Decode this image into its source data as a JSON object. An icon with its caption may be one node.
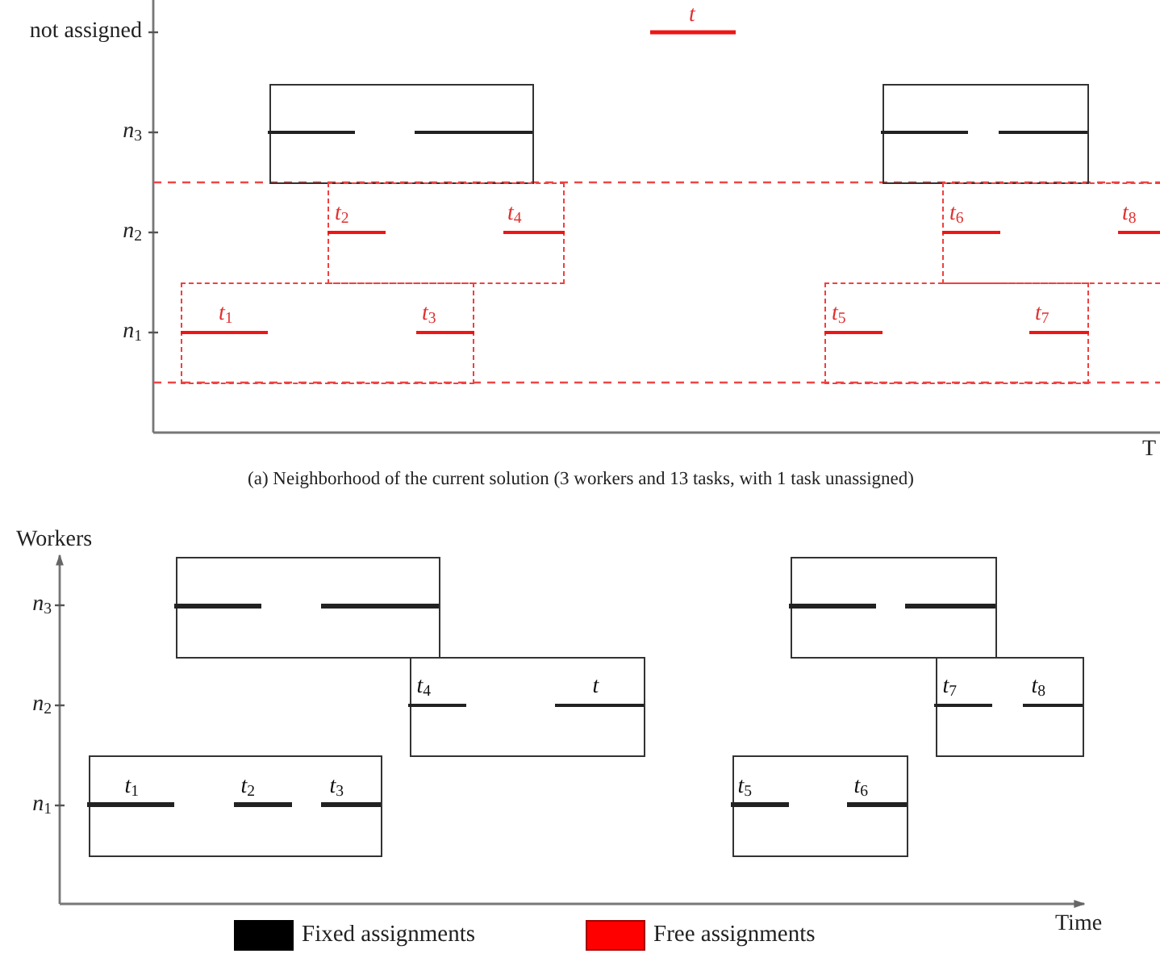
{
  "diagram": {
    "caption": "(a) Neighborhood of the current solution (3 workers and 13 tasks, with 1 task unassigned)",
    "nodes": [
      {
        "text": [],
        "shape": "box"
      },
      {
        "text": [],
        "shape": "box"
      },
      {
        "text": [
          "t$_{2}$",
          "t$_{4}$"
        ]
      },
      {
        "text": [
          "t$_{6}$",
          "t$_{8}$"
        ]
      },
      {
        "text": [
          "t$_{1}$",
          "t$_{3}$"
        ]
      },
      {
        "text": [
          "t$_{5}$",
          "t$_{7}$"
        ]
      },
      {
        "text": [],
        "shape": "box"
      },
      {
        "text": [],
        "shape": "box"
      },
      {
        "text": [
          "t$_{4}$",
          "t"
        ]
      },
      {
        "text": [
          "t$_{7}$",
          "t$_{8}$"
        ]
      },
      {
        "text": [
          "t$_{1}$",
          "t$_{2}$",
          "t$_{3}$"
        ]
      },
      {
        "text": [
          "t$_{5}$",
          "t$_{6}$"
        ]
      }
    ],
    "labels": [
      "not assigned",
      "t",
      "n$_{3}$",
      "n$_{2}$",
      "n$_{1}$",
      "T",
      "Workers",
      "n$_{3}$",
      "n$_{2}$",
      "n$_{1}$",
      "Time"
    ],
    "legend": [
      {
        "text": "Fixed assignments",
        "color": "#000000"
      },
      {
        "text": "Free assignments",
        "color": "#ff0000"
      }
    ]
  }
}
